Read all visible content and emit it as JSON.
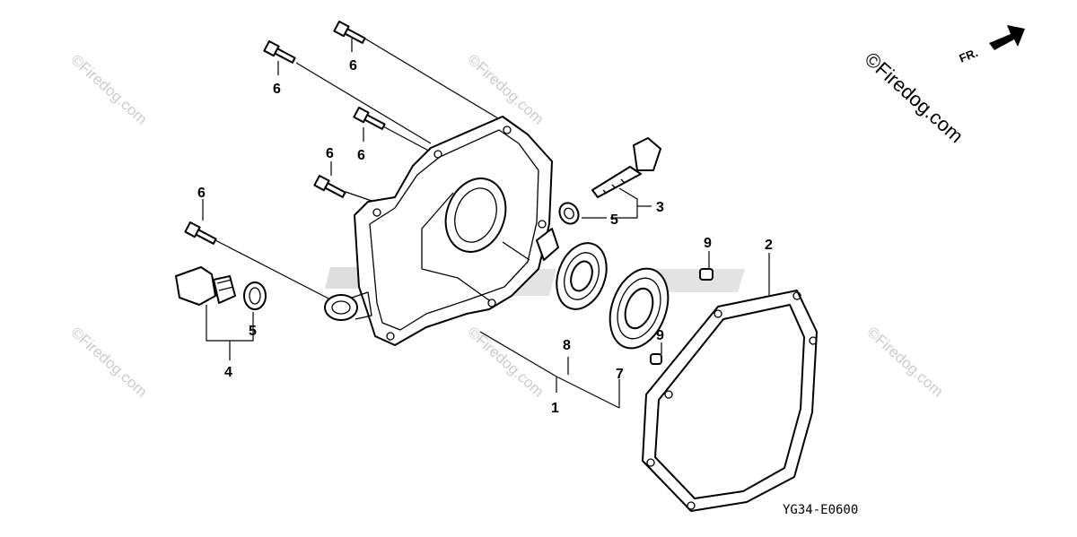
{
  "diagram": {
    "code": "YG34-E0600",
    "direction_label": "FR.",
    "watermark": "©Firedog.com",
    "callouts": {
      "crankcase_cover": "1",
      "gasket": "2",
      "oil_level_gauge": "3",
      "oil_filler_cap": "4",
      "o_ring_filler_cap": "5",
      "o_ring_gauge": "5",
      "flange_bolt_top": "6",
      "flange_bolt_upper_left": "6",
      "flange_bolt_mid": "6",
      "flange_bolt_center": "6",
      "flange_bolt_left": "6",
      "oil_seal": "7",
      "radial_bearing": "8",
      "dowel_pin_upper": "9",
      "dowel_pin_lower": "9"
    }
  }
}
